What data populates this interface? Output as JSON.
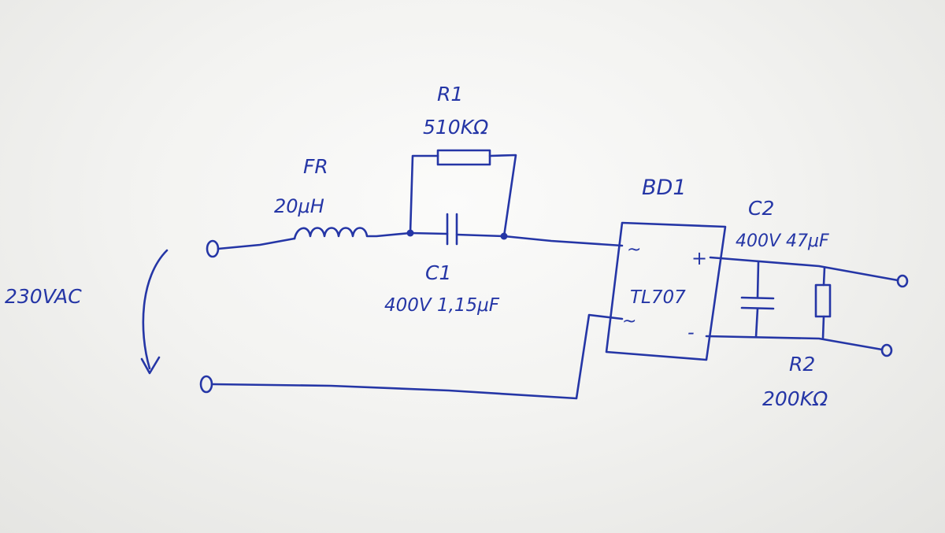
{
  "input": {
    "voltage_label": "230VAC"
  },
  "inductor": {
    "name": "FR",
    "value": "20μH"
  },
  "resistor_r1": {
    "name": "R1",
    "value": "510KΩ"
  },
  "capacitor_c1": {
    "name": "C1",
    "value": "400V 1,15μF"
  },
  "bridge": {
    "name": "BD1",
    "part": "TL707",
    "ac_in_1": "~",
    "ac_in_2": "~",
    "plus": "+",
    "minus": "-"
  },
  "capacitor_c2": {
    "name": "C2",
    "value": "400V 47μF"
  },
  "resistor_r2": {
    "name": "R2",
    "value": "200KΩ"
  },
  "colors": {
    "ink": "#2536a6",
    "paper": "#f6f6f4"
  }
}
